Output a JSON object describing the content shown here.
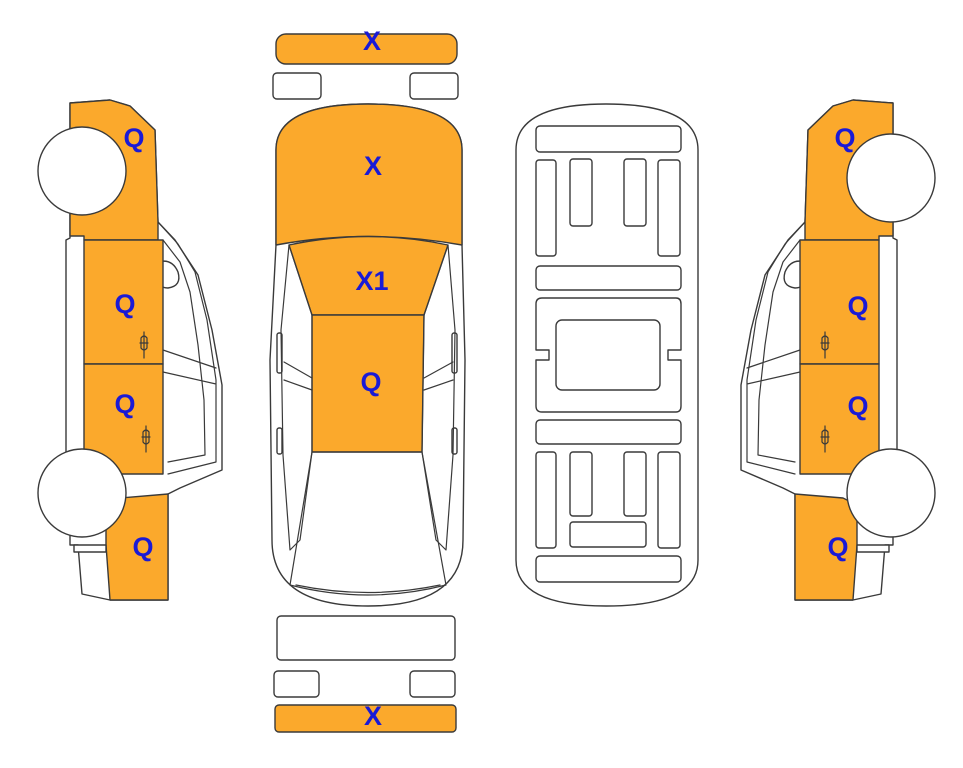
{
  "colors": {
    "damaged_fill": "#FBA92C",
    "mark_text": "#1A1AD6",
    "outline": "#3a3a3a",
    "body": "#ffffff"
  },
  "marks": {
    "front_bumper": "X",
    "hood": "X",
    "windshield": "X1",
    "roof": "Q",
    "rear_bumper": "X",
    "left_front_fender": "Q",
    "left_front_door": "Q",
    "left_rear_door": "Q",
    "left_rear_quarter": "Q",
    "right_front_fender": "Q",
    "right_front_door": "Q",
    "right_rear_door": "Q",
    "right_rear_quarter": "Q"
  }
}
